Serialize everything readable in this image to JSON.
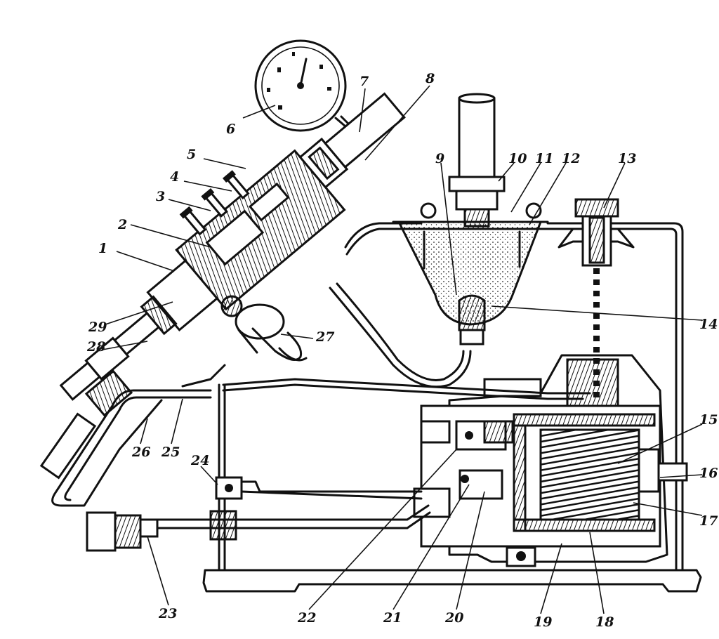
{
  "diagram": {
    "callouts": [
      {
        "id": "c1",
        "text": "1"
      },
      {
        "id": "c2",
        "text": "2"
      },
      {
        "id": "c3",
        "text": "3"
      },
      {
        "id": "c4",
        "text": "4"
      },
      {
        "id": "c5",
        "text": "5"
      },
      {
        "id": "c6",
        "text": "6"
      },
      {
        "id": "c7",
        "text": "7"
      },
      {
        "id": "c8",
        "text": "8"
      },
      {
        "id": "c9",
        "text": "9"
      },
      {
        "id": "c10",
        "text": "10"
      },
      {
        "id": "c11",
        "text": "11"
      },
      {
        "id": "c12",
        "text": "12"
      },
      {
        "id": "c13",
        "text": "13"
      },
      {
        "id": "c14",
        "text": "14"
      },
      {
        "id": "c15",
        "text": "15"
      },
      {
        "id": "c16",
        "text": "16"
      },
      {
        "id": "c17",
        "text": "17"
      },
      {
        "id": "c18",
        "text": "18"
      },
      {
        "id": "c19",
        "text": "19"
      },
      {
        "id": "c20",
        "text": "20"
      },
      {
        "id": "c21",
        "text": "21"
      },
      {
        "id": "c22",
        "text": "22"
      },
      {
        "id": "c23",
        "text": "23"
      },
      {
        "id": "c24",
        "text": "24"
      },
      {
        "id": "c25",
        "text": "25"
      },
      {
        "id": "c26",
        "text": "26"
      },
      {
        "id": "c27",
        "text": "27"
      },
      {
        "id": "c28",
        "text": "28"
      },
      {
        "id": "c29",
        "text": "29"
      }
    ]
  }
}
